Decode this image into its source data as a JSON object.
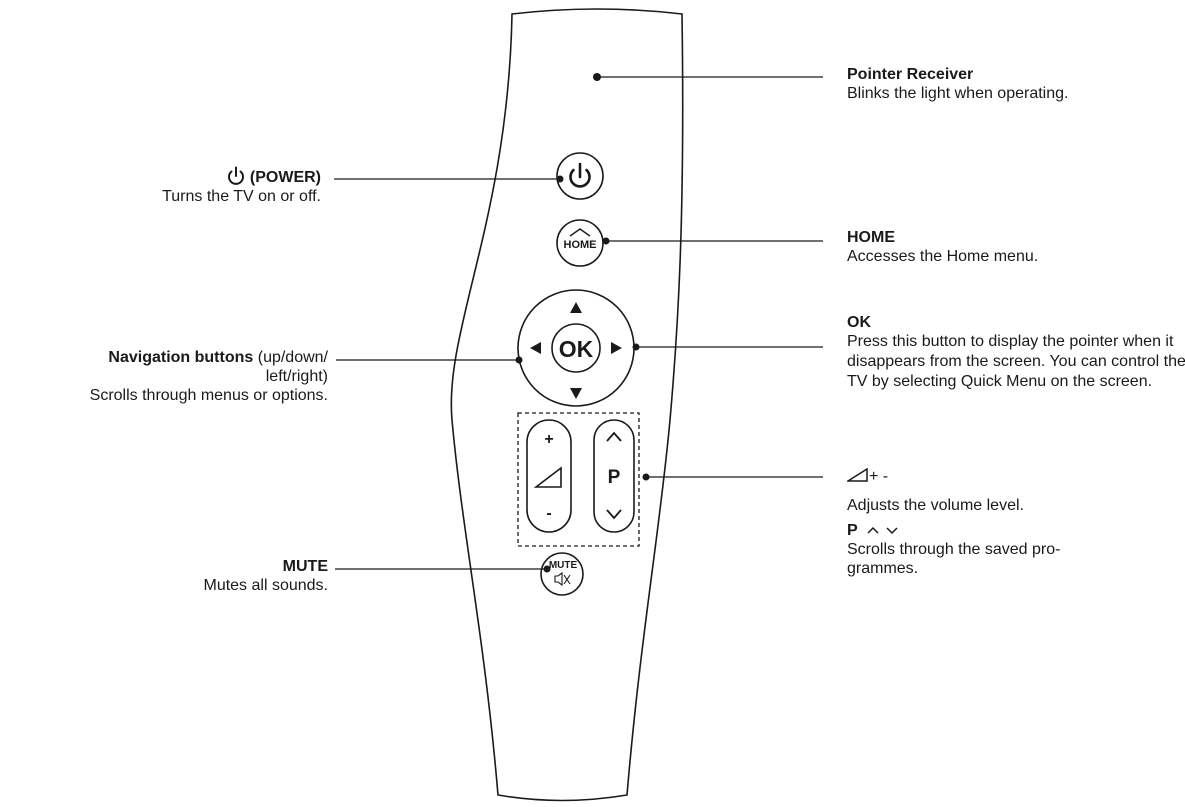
{
  "button_faces": {
    "home": "HOME",
    "ok": "OK",
    "vol_plus": "+",
    "vol_minus": "-",
    "channel": "P",
    "mute": "MUTE"
  },
  "labels": {
    "pointer_receiver": {
      "title": "Pointer Receiver",
      "desc": "Blinks the light when operating."
    },
    "power": {
      "title": "(POWER)",
      "desc": "Turns the TV on or off."
    },
    "home": {
      "title": "HOME",
      "desc": "Accesses the Home menu."
    },
    "navigation": {
      "title": "Navigation buttons",
      "title_suffix": "(up/down/",
      "line2": "left/right)",
      "desc": "Scrolls through menus or options."
    },
    "ok": {
      "title": "OK",
      "desc": "Press this button to display the pointer when it disappears from the screen. You can control the TV by selecting Quick Menu on the screen."
    },
    "volume": {
      "title": "+ -",
      "desc": "Adjusts the volume level."
    },
    "programme": {
      "title": "P",
      "desc_line1": "Scrolls through the saved pro-",
      "desc_line2": "grammes."
    },
    "mute": {
      "title": "MUTE",
      "desc": "Mutes all sounds."
    }
  },
  "colors": {
    "stroke": "#1a1a1a",
    "text": "#1a1a1a",
    "background": "#ffffff",
    "fill": "#ffffff"
  }
}
